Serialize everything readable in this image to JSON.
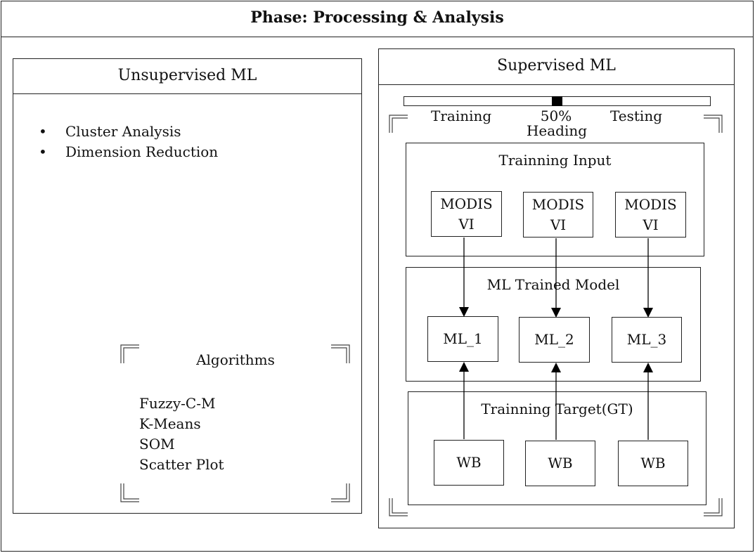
{
  "phase_title": "Phase: Processing & Analysis",
  "unsupervised": {
    "title": "Unsupervised ML",
    "bullets": [
      "Cluster Analysis",
      "Dimension Reduction"
    ],
    "algorithms_title": "Algorithms",
    "algorithms": [
      "Fuzzy-C-M",
      "K-Means",
      "SOM",
      "Scatter Plot"
    ]
  },
  "supervised": {
    "title": "Supervised ML",
    "slider": {
      "left_label": "Training",
      "right_label": "Testing",
      "value_label": "50%",
      "value_fraction": 0.5,
      "caption": "Heading"
    },
    "training_input": {
      "title": "Trainning Input",
      "nodes": [
        {
          "line1": "MODIS",
          "line2": "VI"
        },
        {
          "line1": "MODIS",
          "line2": "VI"
        },
        {
          "line1": "MODIS",
          "line2": "VI"
        }
      ]
    },
    "trained_model": {
      "title": "ML Trained Model",
      "nodes": [
        "ML_1",
        "ML_2",
        "ML_3"
      ]
    },
    "training_target": {
      "title": "Trainning Target(GT)",
      "nodes": [
        "WB",
        "WB",
        "WB"
      ]
    }
  }
}
